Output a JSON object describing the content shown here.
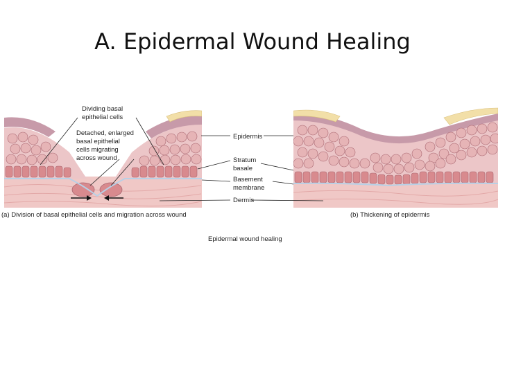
{
  "slide": {
    "title": "A. Epidermal Wound Healing"
  },
  "figure": {
    "labels": {
      "dividing_basal": [
        "Dividing basal",
        "epithelial cells"
      ],
      "detached": [
        "Detached, enlarged",
        "basal epithelial",
        "cells migrating",
        "across wound"
      ],
      "epidermis": "Epidermis",
      "stratum_basale": [
        "Stratum",
        "basale"
      ],
      "basement_membrane": [
        "Basement",
        "membrane"
      ],
      "dermis": "Dermis"
    },
    "captions": {
      "panel_a": "(a) Division of basal epithelial cells and migration across wound",
      "panel_b": "(b) Thickening of epidermis",
      "figure": "Epidermal wound healing"
    },
    "colors": {
      "dermis": "#f0c8c6",
      "dermis_fiber": "#e3a9a8",
      "cell_fill": "#e6b4b6",
      "cell_edge": "#a86670",
      "basal_cell": "#d88a8e",
      "nucleus": "#b07a88",
      "scab": "#f2dfa8",
      "top_dark": "#8a4a66",
      "membrane": "#b8d0e6",
      "arrow": "#111111"
    }
  }
}
